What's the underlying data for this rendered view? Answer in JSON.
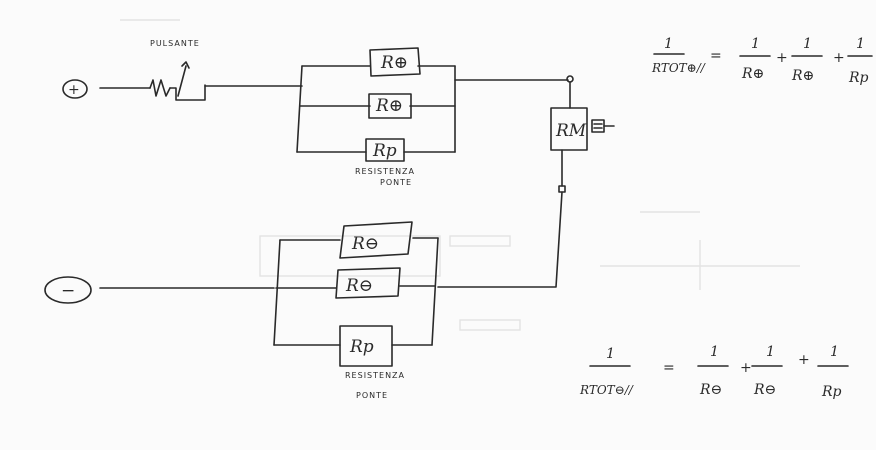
{
  "sheet": {
    "terminal_positive": "+",
    "terminal_negative": "−",
    "button_label": "PULSANTE",
    "top_branch": {
      "resistor_1": "R⊕",
      "resistor_2": "R⊕",
      "resistor_3": "Rp",
      "caption_1": "RESISTENZA",
      "caption_2": "PONTE"
    },
    "meter": {
      "label": "RM"
    },
    "bottom_branch": {
      "resistor_1": "R⊖",
      "resistor_2": "R⊖",
      "resistor_3": "Rp",
      "caption_1": "RESISTENZA",
      "caption_2": "PONTE"
    },
    "formula_top": {
      "lhs_num": "1",
      "lhs_den": "RTOT⊕//",
      "equals": "=",
      "t1_num": "1",
      "t1_den": "R⊕",
      "t2_num": "1",
      "t2_den": "R⊕",
      "t3_num": "1",
      "t3_den": "Rp",
      "plus": "+"
    },
    "formula_bottom": {
      "lhs_num": "1",
      "lhs_den": "RTOT⊖//",
      "equals": "=",
      "t1_num": "1",
      "t1_den": "R⊖",
      "t2_num": "1",
      "t2_den": "R⊖",
      "t3_num": "1",
      "t3_den": "Rp",
      "plus": "+"
    }
  }
}
